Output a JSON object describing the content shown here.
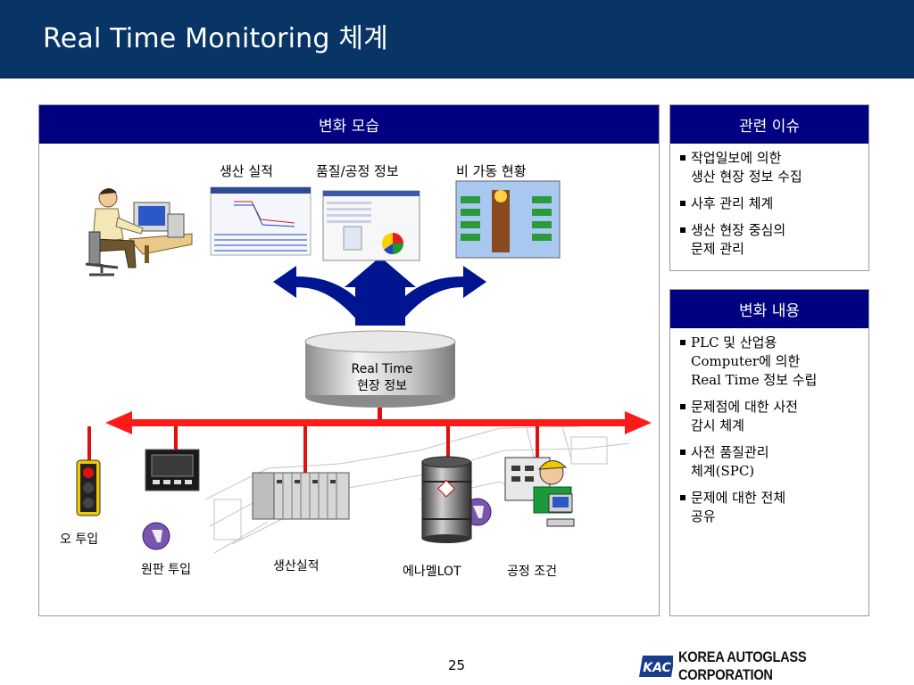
{
  "slide": {
    "title": "Real Time Monitoring 체계",
    "page_number": "25"
  },
  "left_panel": {
    "header": "변화 모습",
    "screens": [
      "생산 실적",
      "품질/공정 정보",
      "비 가동 현황"
    ],
    "database_label_line1": "Real Time",
    "database_label_line2": "현장 정보",
    "floor_labels": [
      "오 투입",
      "원판 투입",
      "생산실적",
      "에나멜LOT",
      "공정 조건"
    ]
  },
  "issues_panel": {
    "header": "관련 이슈",
    "items": [
      "작업일보에 의한\n생산 현장 정보 수집",
      "사후 관리 체계",
      "생산 현장 중심의\n문제 관리"
    ]
  },
  "changes_panel": {
    "header": "변화 내용",
    "items": [
      "PLC 및 산업용\nComputer에 의한\nReal Time 정보 수립",
      "문제점에 대한 사전\n감시 체계",
      "사전 품질관리\n체계(SPC)",
      "문제에 대한 전체\n공유"
    ]
  },
  "footer": {
    "logo_mark": "KAC",
    "company": "KOREA AUTOGLASS CORPORATION"
  },
  "colors": {
    "title_bar": "#083565",
    "panel_header": "#000080",
    "arrow_blue": "#00158f",
    "network_red": "#ff1a1a"
  }
}
